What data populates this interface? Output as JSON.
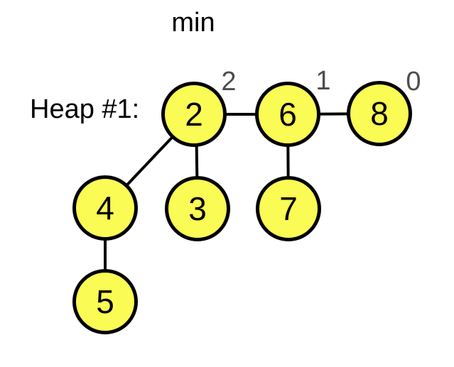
{
  "title": "min",
  "heap_label": "Heap #1:",
  "colors": {
    "node_fill": "#FBFB55",
    "node_stroke": "#000000",
    "edge": "#000000",
    "order_label": "#4D4D4D",
    "text": "#000000",
    "background": "#FFFFFF"
  },
  "heap": {
    "kind": "binomial min-heap",
    "min_pointer_label": "min",
    "min_node": "2",
    "nodes": [
      {
        "id": "2",
        "value": "2",
        "role": "root",
        "order_label": "2",
        "parent": null
      },
      {
        "id": "6",
        "value": "6",
        "role": "root",
        "order_label": "1",
        "parent": null
      },
      {
        "id": "8",
        "value": "8",
        "role": "root",
        "order_label": "0",
        "parent": null
      },
      {
        "id": "4",
        "value": "4",
        "role": "child",
        "parent": "2"
      },
      {
        "id": "3",
        "value": "3",
        "role": "child",
        "parent": "2"
      },
      {
        "id": "7",
        "value": "7",
        "role": "child",
        "parent": "6"
      },
      {
        "id": "5",
        "value": "5",
        "role": "child",
        "parent": "4"
      }
    ],
    "edges": [
      {
        "from": "2",
        "to": "6"
      },
      {
        "from": "6",
        "to": "8"
      },
      {
        "from": "2",
        "to": "4"
      },
      {
        "from": "2",
        "to": "3"
      },
      {
        "from": "6",
        "to": "7"
      },
      {
        "from": "4",
        "to": "5"
      }
    ],
    "root_order_labels": [
      "2",
      "1",
      "0"
    ]
  }
}
